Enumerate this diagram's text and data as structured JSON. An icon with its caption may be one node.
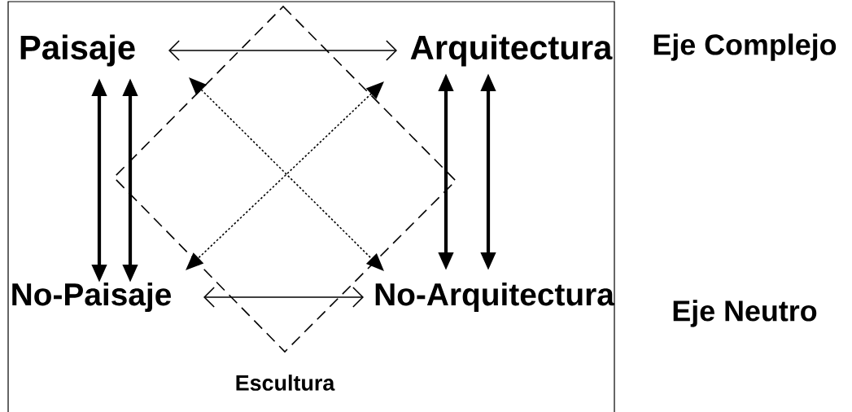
{
  "diagram": {
    "nodes": [
      {
        "text": [
          "Paisaje"
        ]
      },
      {
        "text": [
          "Arquitectura"
        ]
      },
      {
        "text": [
          "No-Paisaje"
        ]
      },
      {
        "text": [
          "No-Arquitectura"
        ]
      }
    ],
    "edges": [
      {
        "from": 0,
        "to": 1,
        "arrow": "both"
      },
      {
        "from": 2,
        "to": 3,
        "arrow": "both"
      },
      {
        "from": 0,
        "to": 2,
        "arrow": "both",
        "style": "thick"
      },
      {
        "from": 0,
        "to": 2,
        "arrow": "both",
        "style": "thick"
      },
      {
        "from": 1,
        "to": 3,
        "arrow": "both",
        "style": "thick"
      },
      {
        "from": 1,
        "to": 3,
        "arrow": "both",
        "style": "thick"
      },
      {
        "from": 0,
        "to": 3,
        "arrow": "both",
        "style": "dashed"
      },
      {
        "from": 1,
        "to": 2,
        "arrow": "both",
        "style": "dashed"
      }
    ],
    "labels": [
      "Eje Complejo",
      "Eje Neutro",
      "Escultura"
    ]
  }
}
